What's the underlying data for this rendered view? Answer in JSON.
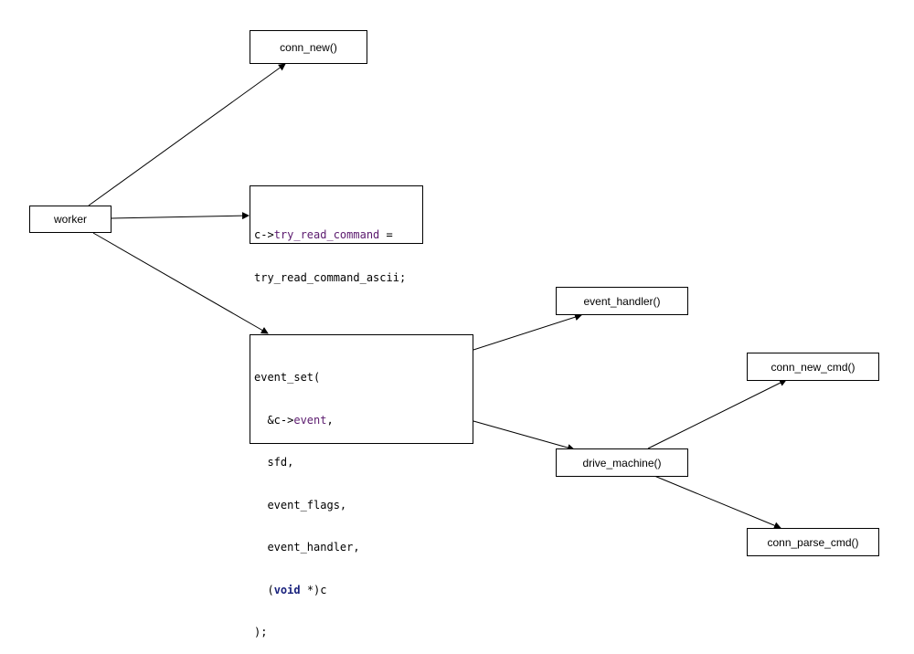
{
  "nodes": {
    "worker": "worker",
    "conn_new": "conn_new()",
    "event_handler": "event_handler()",
    "conn_new_cmd": "conn_new_cmd()",
    "drive_machine": "drive_machine()",
    "conn_parse_cmd": "conn_parse_cmd()"
  },
  "assign_code": {
    "l1_a": "c->",
    "l1_b": "try_read_command",
    "l1_c": " =",
    "l2": "try_read_command_ascii;"
  },
  "event_set_code": {
    "l1": "event_set(",
    "l2_a": "  &c->",
    "l2_b": "event",
    "l2_c": ",",
    "l3": "  sfd,",
    "l4": "  event_flags,",
    "l5": "  event_handler,",
    "l6_a": "  (",
    "l6_b": "void",
    "l6_c": " *)c",
    "l7": ");"
  },
  "edges": [
    {
      "from": "worker",
      "to": "conn_new"
    },
    {
      "from": "worker",
      "to": "try_read_command"
    },
    {
      "from": "worker",
      "to": "event_set"
    },
    {
      "from": "event_set",
      "to": "event_handler"
    },
    {
      "from": "event_set",
      "to": "drive_machine"
    },
    {
      "from": "drive_machine",
      "to": "conn_new_cmd"
    },
    {
      "from": "drive_machine",
      "to": "conn_parse_cmd"
    }
  ]
}
